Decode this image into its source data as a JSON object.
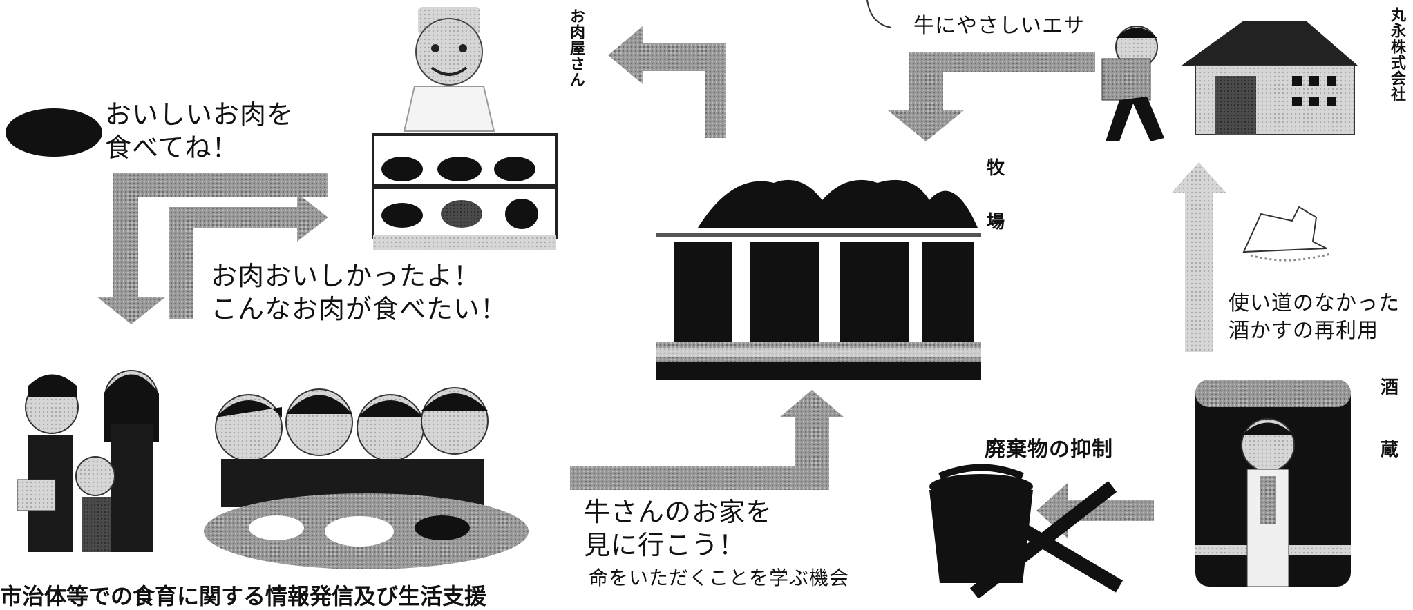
{
  "labels": {
    "butcher": "お肉屋さん",
    "company": "丸永株式会社",
    "farm_1": "牧",
    "farm_2": "場",
    "brewery_1": "酒",
    "brewery_2": "蔵"
  },
  "messages": {
    "eat_line1": "おいしいお肉を",
    "eat_line2": "食べてね！",
    "delicious_line1": "お肉おいしかったよ！",
    "delicious_line2": "こんなお肉が食べたい！",
    "feed": "牛にやさしいエサ",
    "reuse_line1": "使い道のなかった",
    "reuse_line2": "酒かすの再利用",
    "waste": "廃棄物の抑制",
    "visit_line1": "牛さんのお家を",
    "visit_line2": "見に行こう！",
    "learn": "命をいただくことを学ぶ機会",
    "bottom_cut": "市治体等での食育に関する情報発信及び生活支援"
  }
}
